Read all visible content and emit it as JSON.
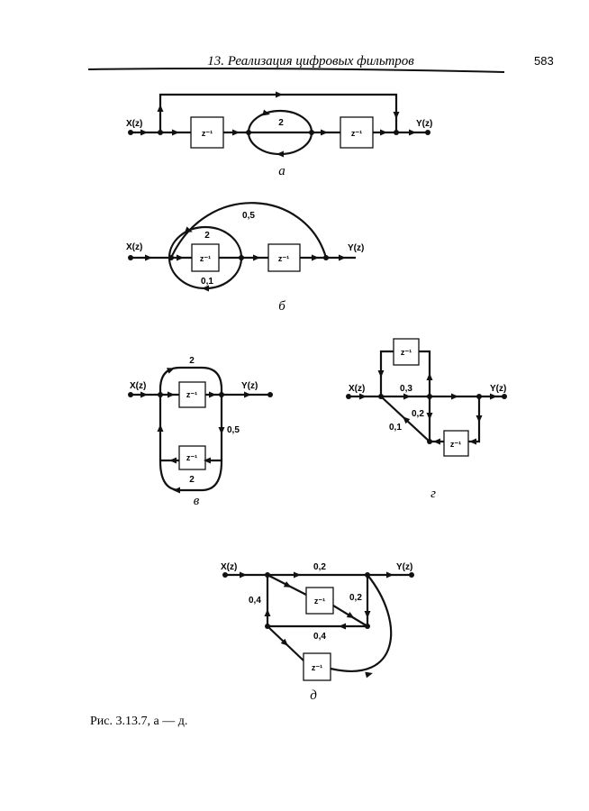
{
  "header": {
    "title": "13. Реализация цифровых фильтров",
    "page_number": "583"
  },
  "figures": {
    "a": {
      "input": "X(z)",
      "output": "Y(z)",
      "delay_1": "z⁻¹",
      "delay_2": "z⁻¹",
      "gain": "2",
      "sublabel": "а"
    },
    "b": {
      "input": "X(z)",
      "output": "Y(z)",
      "delay_1": "z⁻¹",
      "delay_2": "z⁻¹",
      "gain_top": "2",
      "gain_bottom": "0,1",
      "gain_arc": "0,5",
      "sublabel": "б"
    },
    "v": {
      "input": "X(z)",
      "output": "Y(z)",
      "delay_1": "z⁻¹",
      "delay_2": "z⁻¹",
      "gain_top": "2",
      "gain_right": "0,5",
      "gain_bottom": "2",
      "sublabel": "в"
    },
    "g": {
      "input": "X(z)",
      "output": "Y(z)",
      "delay_1": "z⁻¹",
      "delay_2": "z⁻¹",
      "gain_main": "0,3",
      "gain_vertical": "0,2",
      "gain_diag": "0,1",
      "sublabel": "г"
    },
    "d": {
      "input": "X(z)",
      "output": "Y(z)",
      "delay_1": "z⁻¹",
      "delay_2": "z⁻¹",
      "gain_top": "0,2",
      "gain_left": "0,4",
      "gain_right": "0,2",
      "gain_mid": "0,4",
      "sublabel": "д"
    }
  },
  "caption": "Рис. 3.13.7, а — д."
}
